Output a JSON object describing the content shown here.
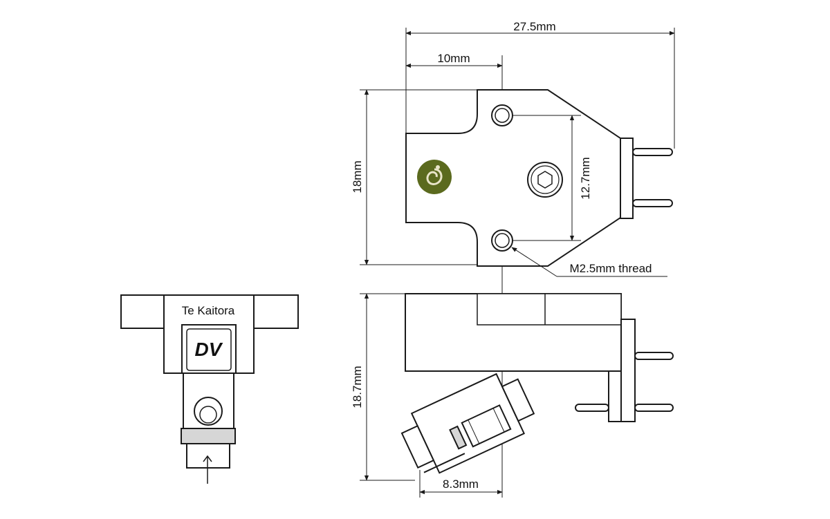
{
  "dimensions": {
    "overall_length": "27.5mm",
    "mount_offset": "10mm",
    "body_width": "18mm",
    "mount_hole_spacing": "12.7mm",
    "thread_callout": "M2.5mm thread",
    "height": "18.7mm",
    "stylus_setback": "8.3mm"
  },
  "front_view": {
    "brand_label": "Te Kaitora",
    "logo_mark": "DV"
  },
  "icons": {
    "top_logo": "green-spiral-logo-icon",
    "screw": "hex-socket-screw-icon"
  },
  "colors": {
    "line": "#1a1a1a",
    "logo_green": "#5b6a1e",
    "body_fill": "#ffffff",
    "shade": "#d6d6d6"
  }
}
